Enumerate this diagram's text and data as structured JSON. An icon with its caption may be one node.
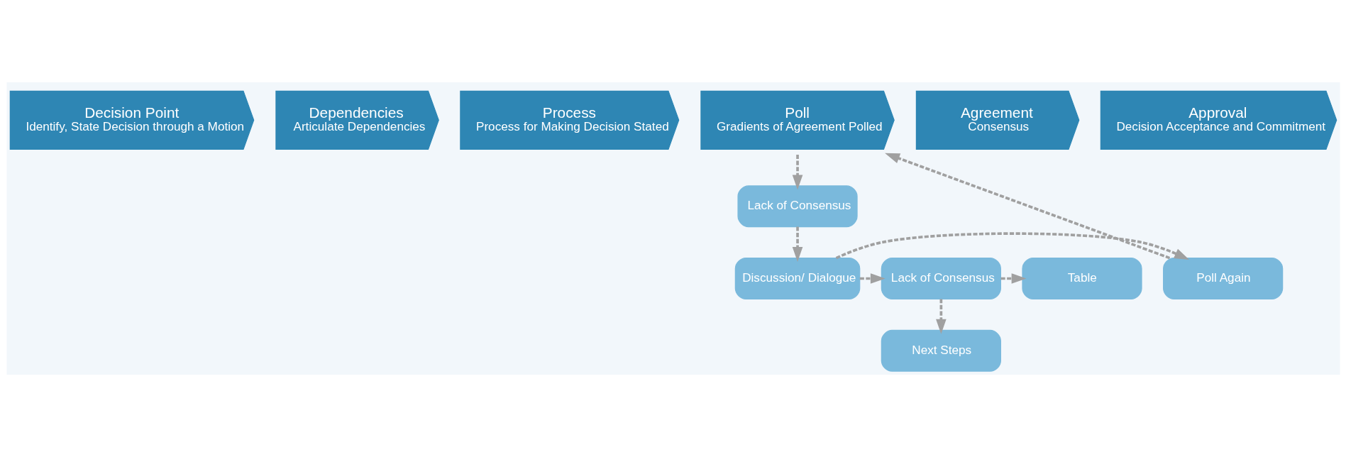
{
  "diagram": {
    "nodes": [
      {
        "text": [
          "Decision Point",
          "Identify, State Decision through a Motion"
        ]
      },
      {
        "text": [
          "Dependencies",
          "Articulate Dependencies"
        ]
      },
      {
        "text": [
          "Process",
          "Process for Making Decision Stated"
        ]
      },
      {
        "text": [
          "Poll",
          "Gradients of Agreement Polled"
        ]
      },
      {
        "text": [
          "Agreement",
          "Consensus"
        ]
      },
      {
        "text": [
          "Approval",
          "Decision Acceptance and Commitment"
        ]
      },
      {
        "text": [
          "Lack of Consensus"
        ]
      },
      {
        "text": [
          "Poll Again"
        ]
      },
      {
        "text": [
          "Discussion/ Dialogue"
        ]
      },
      {
        "text": [
          "Lack of Consensus"
        ]
      },
      {
        "text": [
          "Table"
        ]
      },
      {
        "text": [
          "Next Steps"
        ]
      }
    ],
    "edges": [
      {
        "from": 3,
        "to": 6,
        "arrow": "to",
        "style": "dashed"
      },
      {
        "from": 6,
        "to": 8,
        "arrow": "to",
        "style": "dashed"
      },
      {
        "from": 8,
        "to": 7,
        "arrow": "to",
        "style": "dashed"
      },
      {
        "from": 8,
        "to": 9,
        "arrow": "to",
        "style": "dashed"
      },
      {
        "from": 9,
        "to": 10,
        "arrow": "to",
        "style": "dashed"
      },
      {
        "from": 9,
        "to": 11,
        "arrow": "to",
        "style": "dashed"
      },
      {
        "from": 7,
        "to": 3,
        "arrow": "to",
        "style": "dashed"
      }
    ]
  }
}
